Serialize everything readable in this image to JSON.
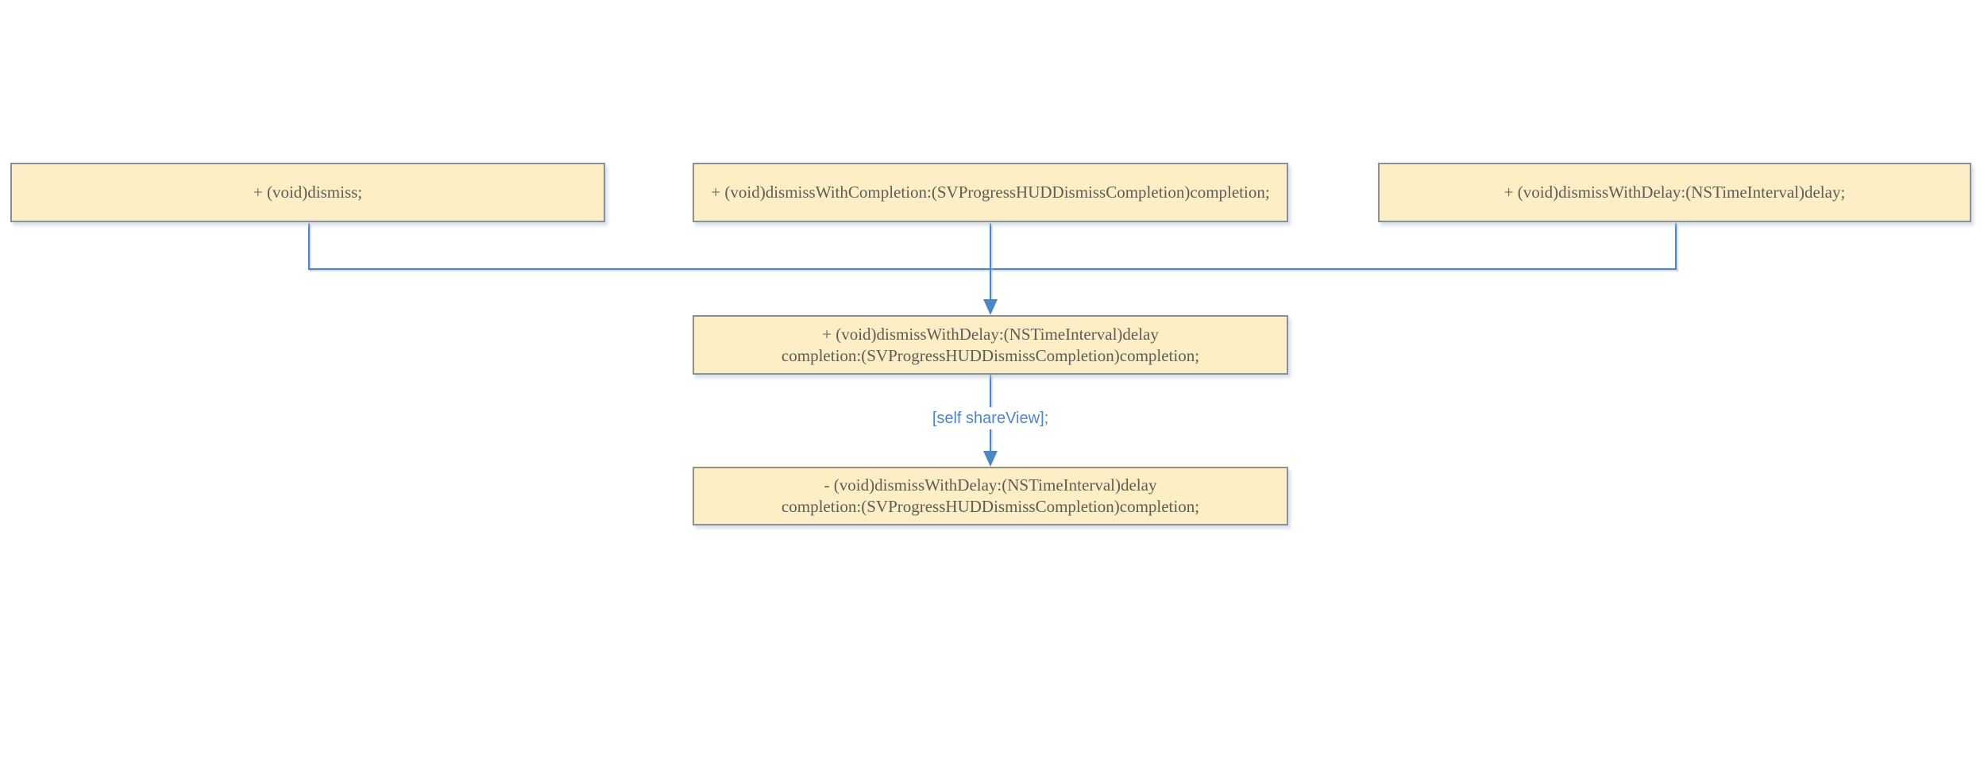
{
  "page": {
    "background_color": "#ffffff"
  },
  "diagram": {
    "type": "flowchart",
    "colors": {
      "node_fill": "#fdeec6",
      "node_border": "#90908a",
      "node_text": "#5f5c55",
      "edge_blue": "#4e86c5",
      "edge_label_text": "#4e86c5"
    },
    "nodes": {
      "dismiss": {
        "line1": "+ (void)dismiss;"
      },
      "dismiss_with_completion": {
        "line1": "+ (void)dismissWithCompletion:(SVProgressHUDDismissCompletion)completion;"
      },
      "dismiss_with_delay": {
        "line1": "+ (void)dismissWithDelay:(NSTimeInterval)delay;"
      },
      "class_dismiss_with_delay_completion": {
        "line1": "+ (void)dismissWithDelay:(NSTimeInterval)delay",
        "line2": "completion:(SVProgressHUDDismissCompletion)completion;"
      },
      "instance_dismiss_with_delay_completion": {
        "line1": "- (void)dismissWithDelay:(NSTimeInterval)delay",
        "line2": "completion:(SVProgressHUDDismissCompletion)completion;"
      }
    },
    "edge_label": "[self shareView];"
  }
}
